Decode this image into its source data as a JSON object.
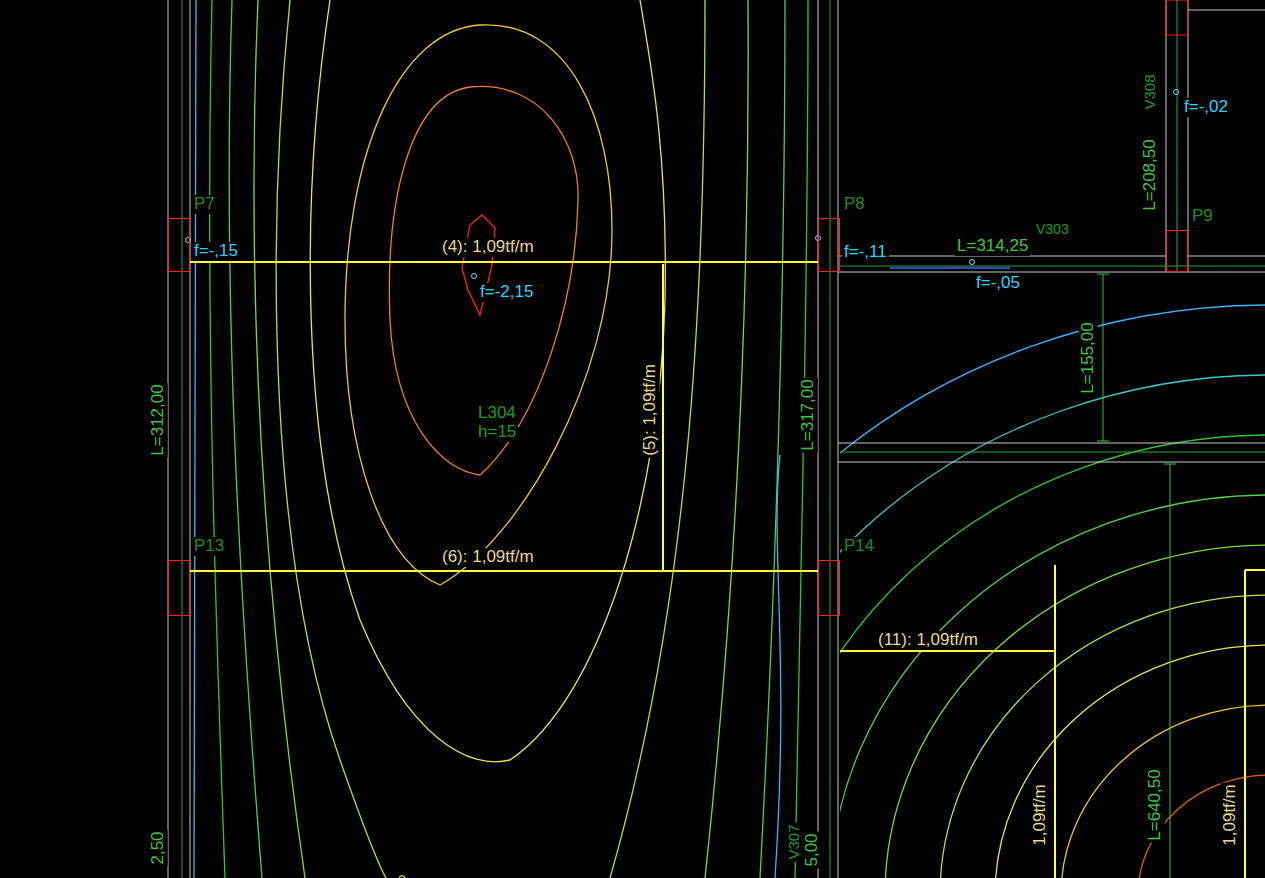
{
  "diagram": {
    "nodes": [
      {
        "text": [
          "P7"
        ]
      },
      {
        "text": [
          "P8"
        ]
      },
      {
        "text": [
          "P9"
        ]
      },
      {
        "text": [
          "P13"
        ]
      },
      {
        "text": [
          "P14"
        ]
      }
    ],
    "labels": [
      "f=-,15",
      "(4): 1,09tf/m",
      "f=-2,15",
      "f=-,11",
      "L=314,25",
      "V303",
      "f=-,05",
      "V308",
      "L=208,50",
      "f=-,02",
      "L=312,00",
      "L=317,00",
      "L=155,00",
      "(5): 1,09tf/m",
      "L304",
      "h=15",
      "(6): 1,09tf/m",
      "(11): 1,09tf/m",
      "1,09tf/m",
      "L=640,50",
      "1,09tf/m",
      "2,50",
      "V307",
      "5,00"
    ]
  }
}
